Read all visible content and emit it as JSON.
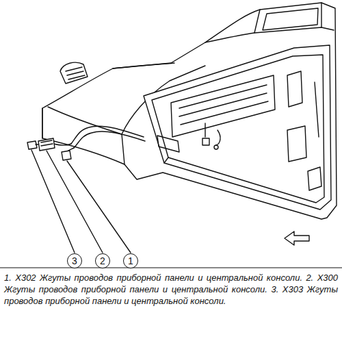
{
  "diagram": {
    "caption": "1. X302 Жгуты проводов приборной панели и центральной консоли. 2. X300 Жгуты проводов приборной панели и центральной консоли. 3. X303 Жгуты проводов приборной панели и центральной консоли.",
    "nodes": [
      {
        "text": [
          "3"
        ]
      },
      {
        "text": [
          "2"
        ]
      },
      {
        "text": [
          "1"
        ]
      }
    ]
  }
}
